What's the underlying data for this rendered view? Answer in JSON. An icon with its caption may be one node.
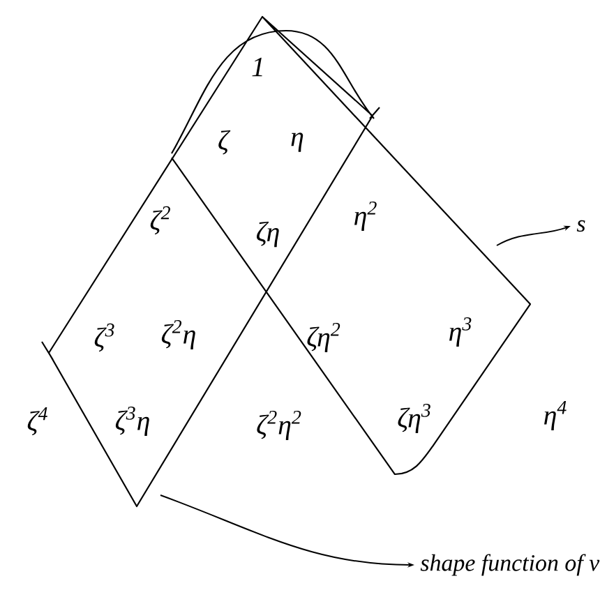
{
  "diagram": {
    "nodes": [
      {
        "text": [
          "s"
        ]
      },
      {
        "text": [
          "shape function of v"
        ]
      }
    ],
    "edges": [
      {
        "from": null,
        "to": 0,
        "arrow": "to"
      },
      {
        "from": null,
        "to": 1,
        "arrow": "to"
      }
    ],
    "labels": [
      "1",
      "ζ",
      "η",
      "ζ$^{2}$",
      "ζη",
      "η$^{2}$",
      "ζ$^{3}$",
      "ζ$^{2}$η",
      "ζη$^{2}$",
      "η$^{3}$",
      "ζ$^{4}$",
      "ζ$^{3}$η",
      "ζ$^{2}$η$^{2}$",
      "ζη$^{3}$",
      "η$^{4}$"
    ]
  }
}
